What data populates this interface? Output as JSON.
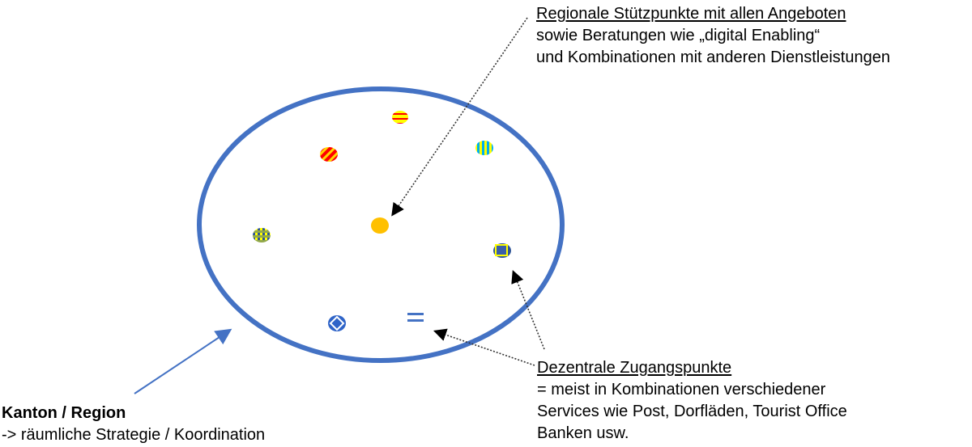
{
  "labels": {
    "regional": {
      "title": "Regionale Stützpunkte mit allen Angeboten",
      "line2": "sowie Beratungen wie „digital Enabling“",
      "line3": "und Kombinationen mit anderen Dienstleistungen"
    },
    "decentral": {
      "title": "Dezentrale Zugangspunkte",
      "line2": "= meist in Kombinationen verschiedener",
      "line3": "Services wie Post, Dorfläden, Tourist Office",
      "line4": "Banken usw."
    },
    "region": {
      "title": "Kanton / Region",
      "line2": "-> räumliche Strategie / Koordination"
    }
  },
  "colors": {
    "region_outline": "#4472C4",
    "hub": "#FFC000",
    "red": "#FF0000",
    "yellow": "#FFFF00",
    "cyan": "#00B0F0",
    "blue": "#2F5597",
    "green": "#92A84A",
    "arrow_dotted": "#333333"
  },
  "markers": [
    {
      "name": "hub-marker",
      "pattern": "solid-orange"
    },
    {
      "name": "access-point-red-yellow-horizontal",
      "pattern": "horizontal-stripes"
    },
    {
      "name": "access-point-red-yellow-diagonal",
      "pattern": "diagonal-stripes"
    },
    {
      "name": "access-point-cyan-yellow-vertical",
      "pattern": "vertical-stripes"
    },
    {
      "name": "access-point-blue-yellow-green",
      "pattern": "checker"
    },
    {
      "name": "access-point-blue-yellow-square",
      "pattern": "square"
    },
    {
      "name": "access-point-blue-diamond",
      "pattern": "diamond"
    },
    {
      "name": "access-point-equals",
      "pattern": "equals"
    }
  ]
}
